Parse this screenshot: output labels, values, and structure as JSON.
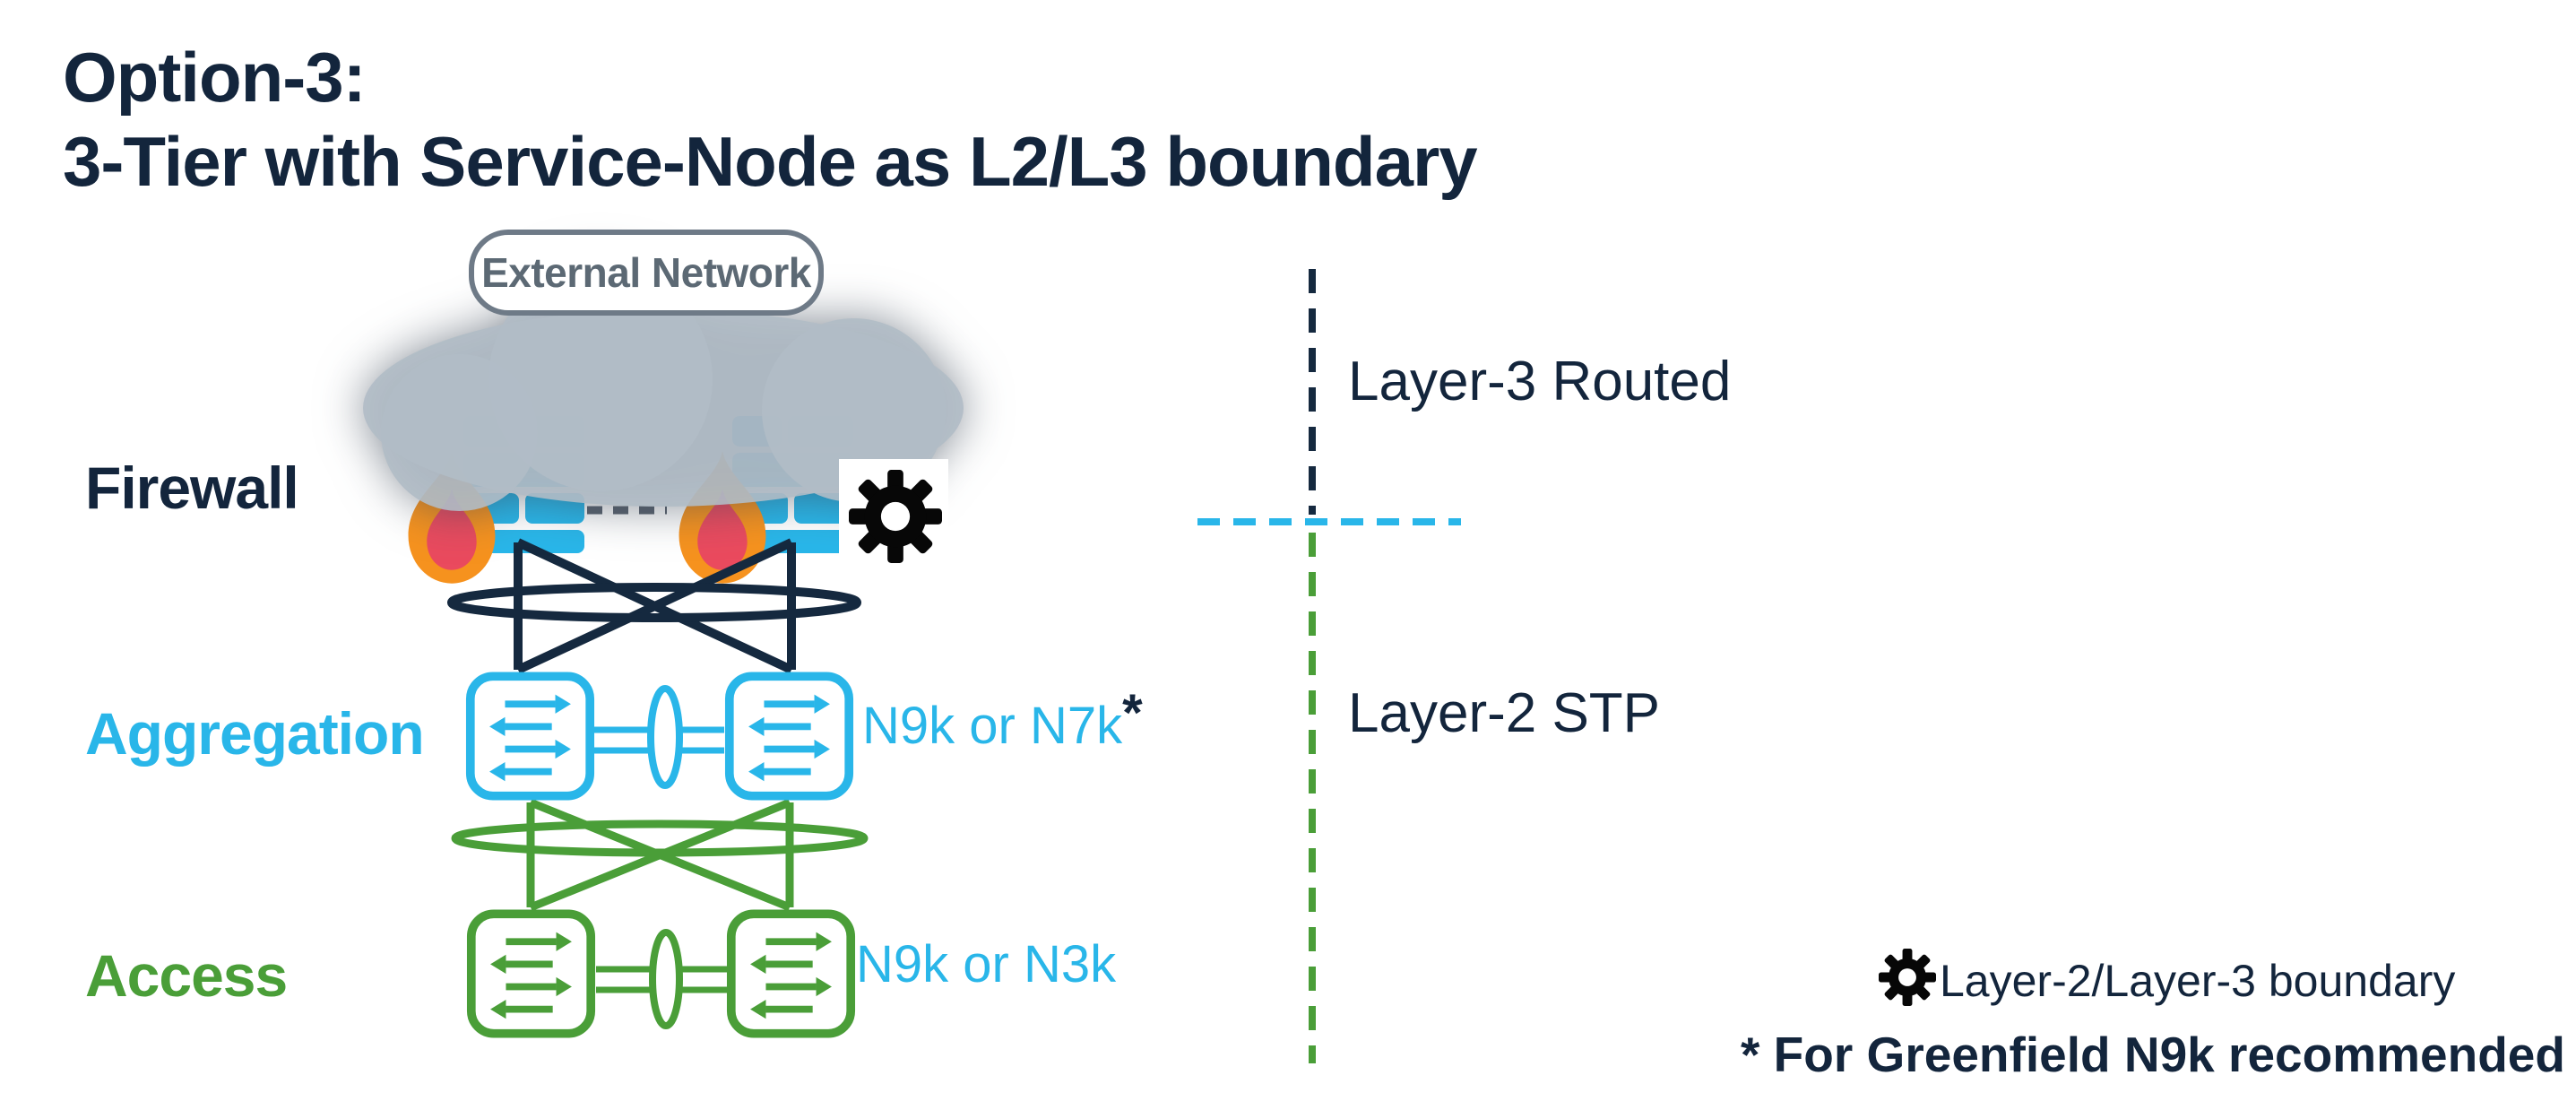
{
  "title": {
    "line1": "Option-3:",
    "line2": "3-Tier with Service-Node as L2/L3 boundary"
  },
  "cloud": {
    "label": "External Network"
  },
  "tiers": {
    "firewall": "Firewall",
    "aggregation": "Aggregation",
    "access": "Access"
  },
  "devices": {
    "aggregation_model": "N9k or N7k",
    "aggregation_footnote_marker": "*",
    "access_model": "N9k or N3k"
  },
  "zones": {
    "layer3": "Layer-3 Routed",
    "layer2": "Layer-2 STP"
  },
  "legend": {
    "boundary_label": "Layer-2/Layer-3 boundary",
    "footnote": "* For Greenfield N9k recommended"
  },
  "icons": {
    "cloud": "cloud-icon",
    "firewall": "firewall-icon",
    "switch": "switch-icon",
    "gear": "gear-icon",
    "flame": "flame-icon"
  },
  "colors": {
    "navy": "#13253c",
    "cyan": "#29b6e9",
    "green": "#4a9e38",
    "cloud_gray": "#b1bcc7",
    "badge_gray": "#5c6974",
    "dash_gray": "#59626e",
    "flame_orange": "#f6921e",
    "flame_red": "#ea4a5e",
    "gear_black": "#070707"
  }
}
